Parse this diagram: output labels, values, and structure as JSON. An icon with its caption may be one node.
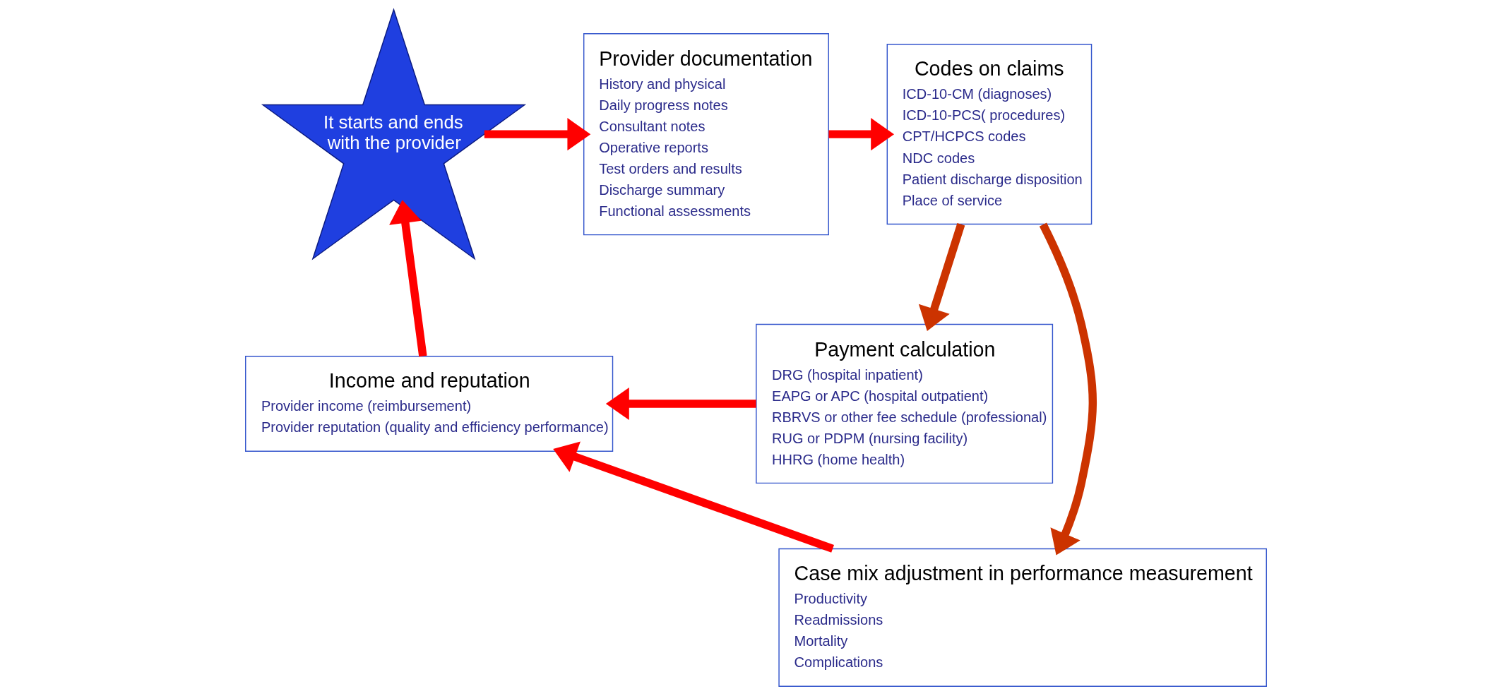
{
  "diagram": {
    "nodes": [
      {
        "text": [
          "It starts and ends with the provider"
        ]
      },
      {
        "text": [
          "Provider documentation",
          "History and physical",
          "Daily progress notes",
          "Consultant notes",
          "Operative reports",
          "Test orders and results",
          "Discharge summary",
          "Functional assessments"
        ]
      },
      {
        "text": [
          "Codes on claims",
          "ICD-10-CM (diagnoses)",
          "ICD-10-PCS( procedures)",
          "CPT/HCPCS codes",
          "NDC codes",
          "Patient discharge disposition",
          "Place of service"
        ]
      },
      {
        "text": [
          "Payment calculation",
          "DRG (hospital inpatient)",
          "EAPG or APC (hospital outpatient)",
          "RBRVS or other fee schedule (professional)",
          "RUG or PDPM (nursing facility)",
          "HHRG (home health)"
        ]
      },
      {
        "text": [
          "Case mix adjustment in performance measurement",
          "Productivity",
          "Readmissions",
          "Mortality",
          "Complications"
        ]
      },
      {
        "text": [
          "Income and reputation",
          "Provider income (reimbursement)",
          "Provider reputation (quality and efficiency performance)"
        ]
      }
    ],
    "edges": [
      {
        "from": 0,
        "to": 1,
        "arrow": "to"
      },
      {
        "from": 1,
        "to": 2,
        "arrow": "to"
      },
      {
        "from": 2,
        "to": 3,
        "arrow": "to",
        "color": "#cc3300"
      },
      {
        "from": 2,
        "to": 4,
        "arrow": "to",
        "color": "#cc3300"
      },
      {
        "from": 3,
        "to": 5,
        "arrow": "to"
      },
      {
        "from": 4,
        "to": 5,
        "arrow": "to"
      },
      {
        "from": 5,
        "to": 0,
        "arrow": "to"
      }
    ]
  }
}
